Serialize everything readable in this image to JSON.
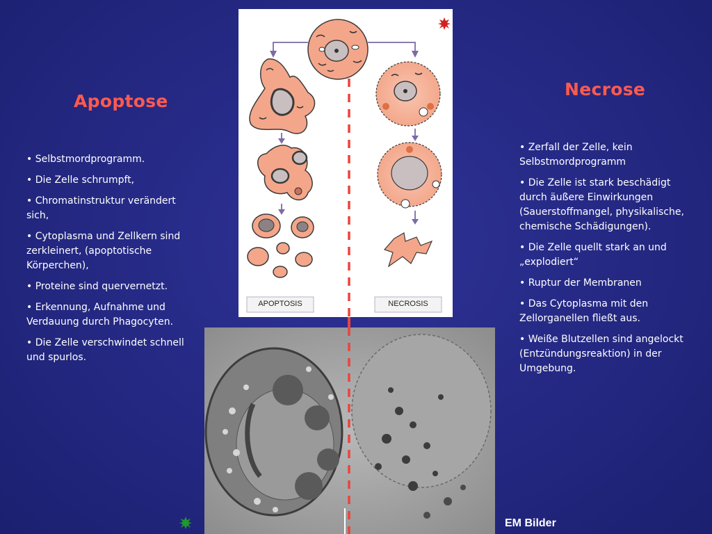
{
  "apoptose": {
    "title": "Apoptose",
    "bullets": [
      "• Selbstmordprogramm.",
      "• Die Zelle schrumpft,",
      "• Chromatinstruktur verändert sich,",
      "• Cytoplasma und Zellkern sind zerkleinert, (apoptotische Körperchen),",
      "• Proteine sind quervernetzt.",
      "• Erkennung, Aufnahme und Verdauung durch Phagocyten.",
      "• Die Zelle verschwindet schnell und spurlos."
    ]
  },
  "necrose": {
    "title": "Necrose",
    "bullets": [
      "• Zerfall der Zelle, kein Selbstmordprogramm",
      "• Die Zelle ist stark beschädigt durch äußere Einwirkungen (Sauerstoffmangel, physikalische, chemische Schädigungen).",
      "• Die Zelle quellt stark an und „explodiert“",
      "• Ruptur der Membranen",
      "• Das Cytoplasma mit den Zellorganellen fließt aus.",
      "• Weiße Blutzellen sind angelockt (Entzündungsreaktion) in der Umgebung."
    ]
  },
  "diagram": {
    "apoptosis_label": "APOPTOSIS",
    "necrosis_label": "NECROSIS"
  },
  "em_label": "EM Bilder",
  "colors": {
    "title": "#ff5a4e",
    "cell_fill": "#f4a68a",
    "dashed_line": "#e8453c",
    "arrow": "#7d6aa8",
    "red_star": "#d42020",
    "green_star": "#1e9a2a"
  },
  "icons": [
    "red-star-icon",
    "green-star-icon"
  ]
}
